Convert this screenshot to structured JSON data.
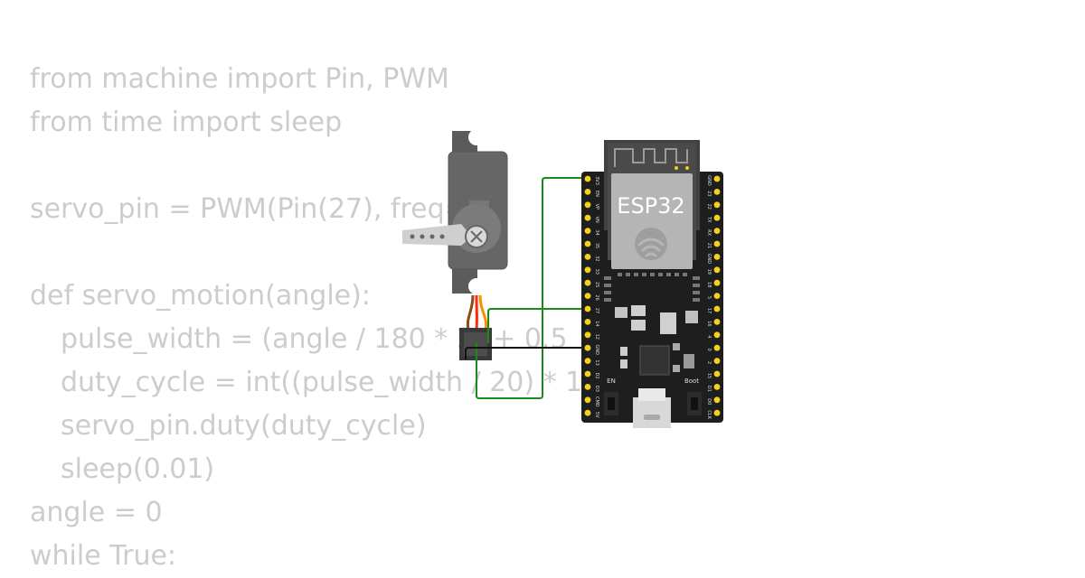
{
  "code": {
    "lines": [
      {
        "text": "from machine import Pin, PWM",
        "indent": false
      },
      {
        "text": "from time import sleep",
        "indent": false
      },
      {
        "text": "",
        "indent": false
      },
      {
        "text": "servo_pin = PWM(Pin(27), freq=",
        "indent": false
      },
      {
        "text": "",
        "indent": false
      },
      {
        "text": "def servo_motion(angle):",
        "indent": false
      },
      {
        "text": "pulse_width = (angle / 180 * 2) + 0.5",
        "indent": true
      },
      {
        "text": "duty_cycle = int((pulse_width / 20) * 10",
        "indent": true
      },
      {
        "text": "servo_pin.duty(duty_cycle)",
        "indent": true
      },
      {
        "text": "sleep(0.01)",
        "indent": true
      },
      {
        "text": "angle = 0",
        "indent": false
      },
      {
        "text": "while True:",
        "indent": false
      }
    ]
  },
  "board": {
    "label": "ESP32",
    "en_label": "EN",
    "boot_label": "Boot",
    "left_pins": [
      "3V3",
      "EN",
      "VP",
      "VN",
      "34",
      "35",
      "32",
      "33",
      "25",
      "26",
      "27",
      "14",
      "12",
      "GND",
      "13",
      "D2",
      "D3",
      "CMD",
      "5V"
    ],
    "right_pins": [
      "GND",
      "23",
      "22",
      "TX",
      "RX",
      "21",
      "GND",
      "19",
      "18",
      "5",
      "17",
      "16",
      "4",
      "0",
      "2",
      "15",
      "D1",
      "D0",
      "CLK"
    ]
  },
  "colors": {
    "code_text": "#cccccc",
    "wire_power": "#1a8a1a",
    "wire_signal": "#1a8a1a",
    "wire_ground": "#111111",
    "board": "#1e1e1e",
    "pin": "#f2d21b"
  }
}
